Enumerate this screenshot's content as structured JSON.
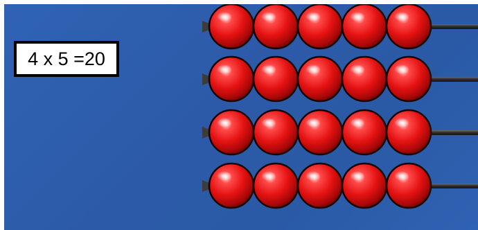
{
  "equation": {
    "text": "4 x 5 =20"
  },
  "abacus": {
    "rows": 4,
    "beads_per_row": 5,
    "bead_color": "#e01010",
    "rod_color": "#3a3a3a",
    "background_color": "#2c5aa8"
  }
}
